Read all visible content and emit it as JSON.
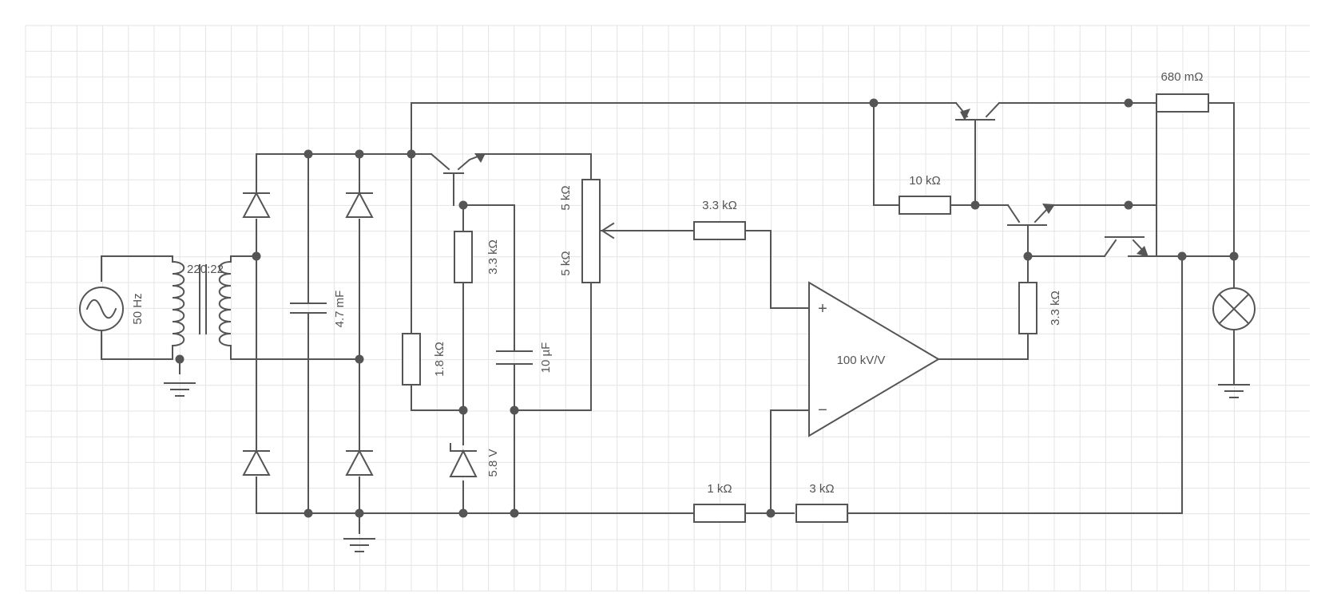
{
  "colors": {
    "grid": "#e4e4e4",
    "wire": "#555555",
    "background": "#ffffff"
  },
  "labels": {
    "source_freq": "50 Hz",
    "transformer_ratio": "220:22",
    "filter_cap": "4.7 mF",
    "r_bias": "1.8 kΩ",
    "r_zener": "3.3 kΩ",
    "zener_voltage": "5.8 V",
    "c_ref": "10 µF",
    "pot_top": "5 kΩ",
    "pot_bottom": "5 kΩ",
    "r_input": "3.3 kΩ",
    "opamp_gain": "100 kV/V",
    "opamp_plus": "+",
    "opamp_minus": "−",
    "r_feedback_1": "1 kΩ",
    "r_feedback_2": "3 kΩ",
    "r_base": "10 kΩ",
    "r_driver": "3.3 kΩ",
    "r_sense": "680 mΩ"
  }
}
